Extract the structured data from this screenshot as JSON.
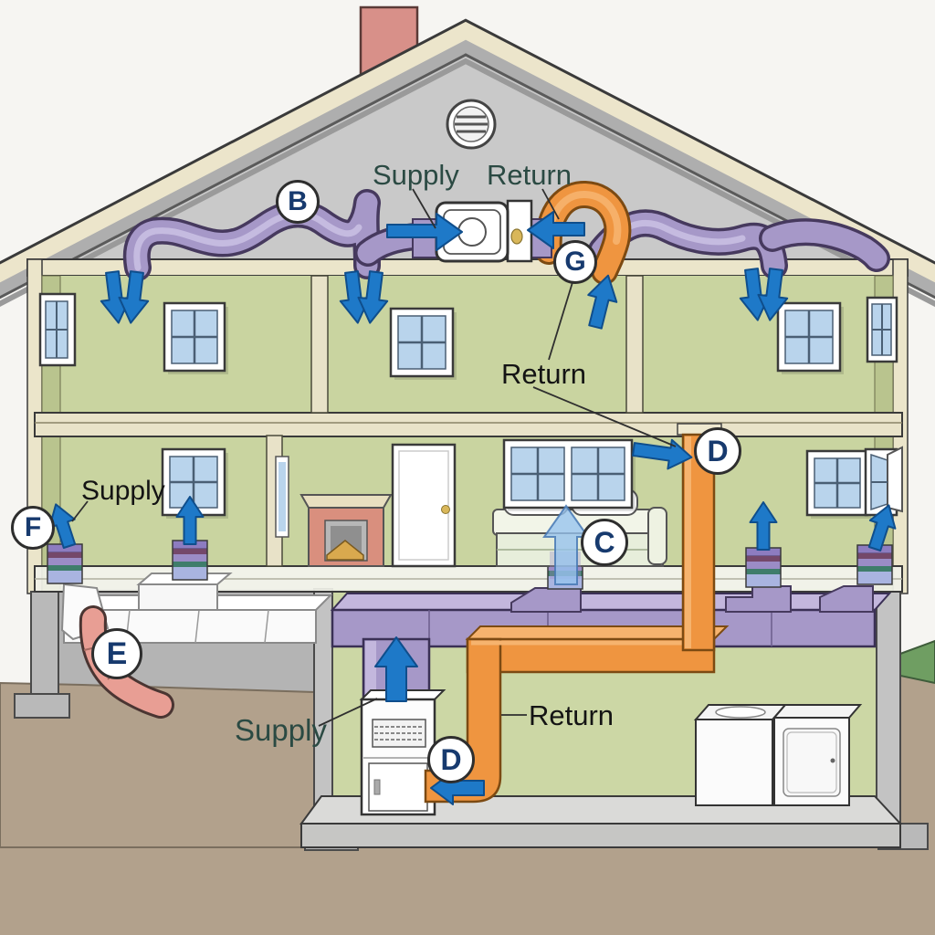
{
  "scene": {
    "description": "Cutaway house cross-section diagram showing HVAC supply and return air ducts across attic, upper floor, first floor and basement"
  },
  "labels": {
    "attic_supply": "Supply",
    "attic_return": "Return",
    "upper_return": "Return",
    "first_floor_supply": "Supply",
    "basement_supply": "Supply",
    "basement_return": "Return"
  },
  "badges": {
    "b": "B",
    "g": "G",
    "c": "C",
    "d_first_floor": "D",
    "d_basement": "D",
    "e": "E",
    "f": "F"
  },
  "colors": {
    "supply_duct_purple": "#a698c8",
    "return_duct_orange": "#ef9540",
    "airflow_arrow_blue": "#1e79c8",
    "wall_green": "#c9d4a0",
    "roof_cream": "#ece5cb",
    "earth_brown": "#b2a18c",
    "grass_green": "#6f9e62",
    "flex_duct_pink": "#e89e94",
    "label_teal": "#2b4a43",
    "label_black": "#141414",
    "badge_letter_navy": "#173a6e"
  }
}
